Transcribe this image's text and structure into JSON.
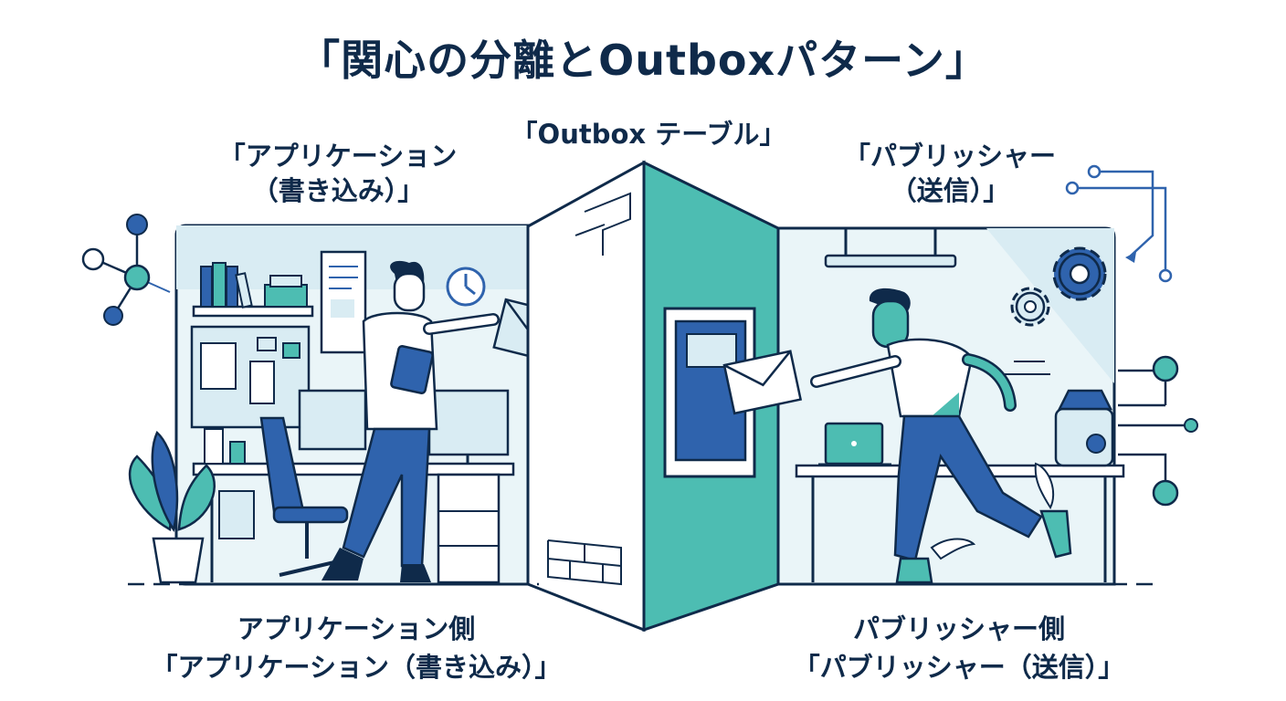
{
  "title": "「関心の分離とOutboxパターン」",
  "labels": {
    "app_line1": "「アプリケーション",
    "app_line2": "（書き込み）」",
    "outbox": "「Outbox テーブル」",
    "pub_line1": "「パブリッシャー",
    "pub_line2": "（送信）」"
  },
  "captions": {
    "app_line1": "アプリケーション側",
    "app_line2": "「アプリケーション（書き込み）」",
    "pub_line1": "パブリッシャー側",
    "pub_line2": "「パブリッシャー（送信）」"
  },
  "colors": {
    "navy": "#0f2a4a",
    "blue": "#2f63ad",
    "teal": "#4dbdb2",
    "light_blue": "#d9ecf3",
    "pale": "#eaf5f8"
  },
  "icons": [
    "clock-icon",
    "gear-icon",
    "envelope-icon",
    "mailbox-icon",
    "network-nodes-icon",
    "laptop-icon",
    "printer-icon",
    "plant-icon"
  ]
}
